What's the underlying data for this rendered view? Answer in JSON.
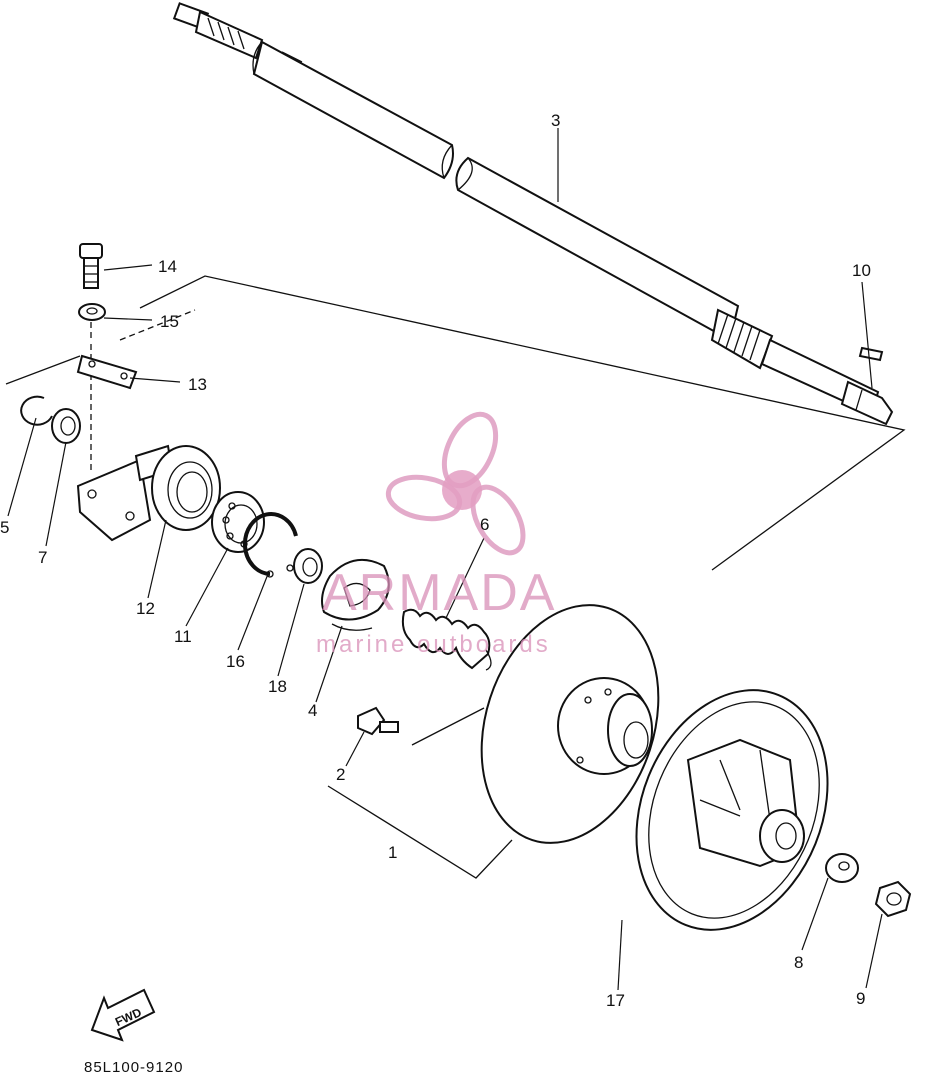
{
  "diagram": {
    "part_numbers": [
      "1",
      "2",
      "3",
      "4",
      "5",
      "6",
      "7",
      "8",
      "9",
      "10",
      "11",
      "12",
      "13",
      "14",
      "15",
      "16",
      "17",
      "18"
    ],
    "drawing_code": "85L100-9120",
    "fwd_label": "FWD"
  },
  "watermark": {
    "brand": "ARMADA",
    "tagline": "marine outboards",
    "color": "#d98fb8"
  }
}
